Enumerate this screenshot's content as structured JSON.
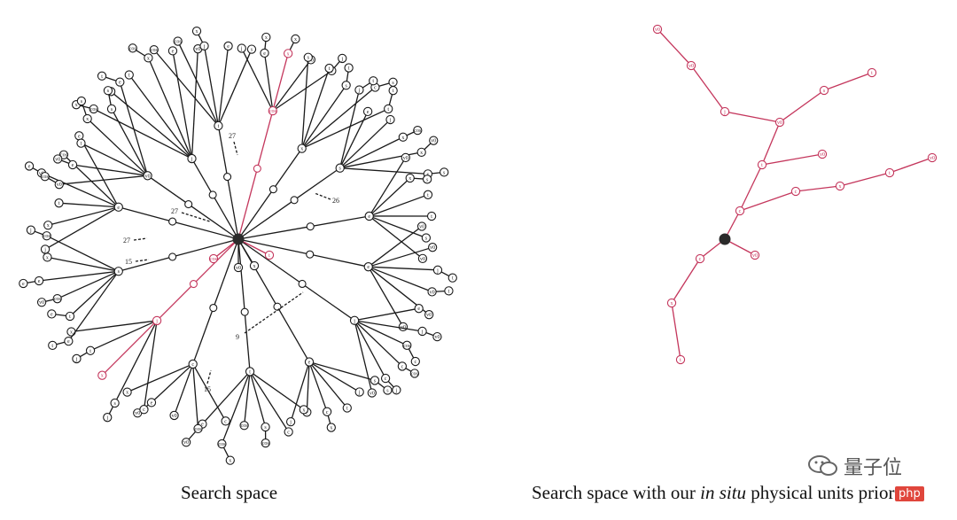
{
  "captions": {
    "left": "Search space",
    "right_pre": "Search space with our ",
    "right_em": "in situ",
    "right_post": " physical units prior"
  },
  "colors": {
    "black_edge": "#1a1a1a",
    "red_edge": "#c4365c",
    "root_fill": "#2b2b2b"
  },
  "annotations": [
    "27",
    "27",
    "27",
    "15",
    "26",
    "9",
    "15"
  ],
  "labels": {
    "v0": "v0",
    "x": "x",
    "t": "t",
    "cos": "cos",
    "e": "e",
    "c": "c",
    "s": "s",
    "j": "j"
  },
  "watermark": {
    "text": "量子位",
    "icon": "wechat-icon",
    "mark": "php"
  }
}
